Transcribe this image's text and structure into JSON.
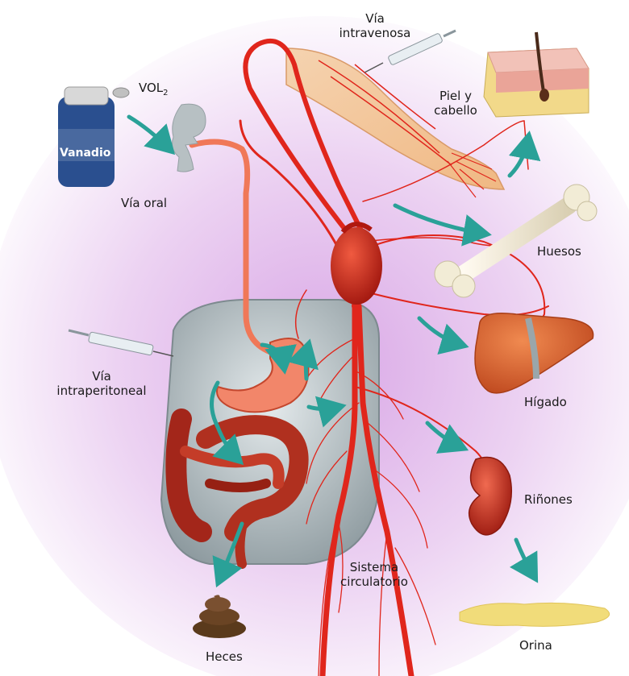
{
  "labels": {
    "via_intravenosa": "Vía\nintravenosa",
    "via_intravenosa_l1": "Vía",
    "via_intravenosa_l2": "intravenosa",
    "vol2_main": "VOL",
    "vol2_sub": "2",
    "vanadio": "Vanadio",
    "via_oral": "Vía oral",
    "piel_l1": "Piel y",
    "piel_l2": "cabello",
    "huesos": "Huesos",
    "via_intraperitoneal_l1": "Vía",
    "via_intraperitoneal_l2": "intraperitoneal",
    "higado": "Hígado",
    "rinones": "Riñones",
    "sistema_l1": "Sistema",
    "sistema_l2": "circulatorio",
    "heces": "Heces",
    "orina": "Orina"
  },
  "colors": {
    "background_glow": "#e8c8ee",
    "artery_red": "#e0261c",
    "flow_arrow_teal": "#2aa198",
    "organ_red": "#c8321e",
    "liver": "#d85a2a",
    "bone": "#f2ecd6",
    "torso_gray": "#a9b4b8",
    "vial_blue": "#2a4f8f",
    "feces_brown": "#5a3a1c",
    "urine_yellow": "#f1dc7a",
    "skin_pink": "#f2c2b8"
  }
}
